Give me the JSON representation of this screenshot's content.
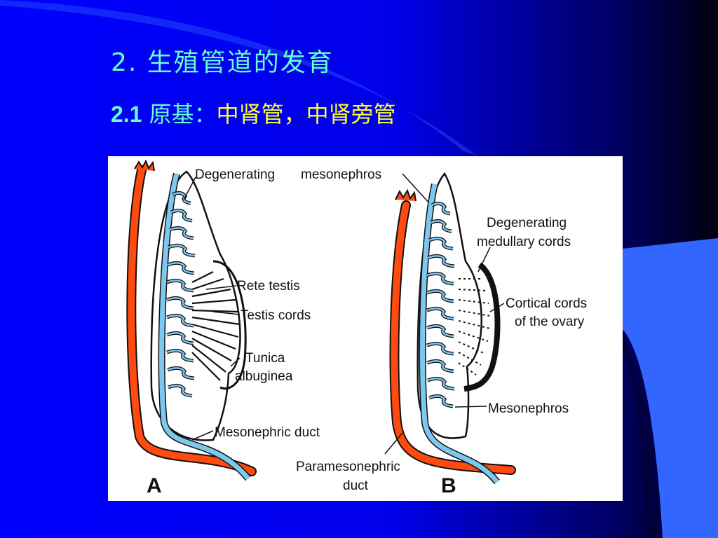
{
  "slide": {
    "title": "2. 生殖管道的发育",
    "subtitle": {
      "number": "2.1",
      "label": "原基：",
      "highlight": "中肾管，中肾旁管"
    }
  },
  "figure": {
    "labels": {
      "degenerating": "Degenerating",
      "mesonephros_top": "mesonephros",
      "rete_testis": "Rete testis",
      "testis_cords": "Testis cords",
      "tunica": "Tunica",
      "albuginea": "albuginea",
      "mesonephric_duct": "Mesonephric duct",
      "degenerating_b": "Degenerating",
      "medullary_cords": "medullary cords",
      "cortical_cords": "Cortical cords",
      "of_the_ovary": "of the ovary",
      "mesonephros_b": "Mesonephros",
      "paramesonephric": "Paramesonephric",
      "duct": "duct",
      "panel_a": "A",
      "panel_b": "B"
    },
    "colors": {
      "orange_duct": "#ff4a10",
      "blue_duct": "#7ec8f0",
      "outline": "#111111"
    }
  }
}
